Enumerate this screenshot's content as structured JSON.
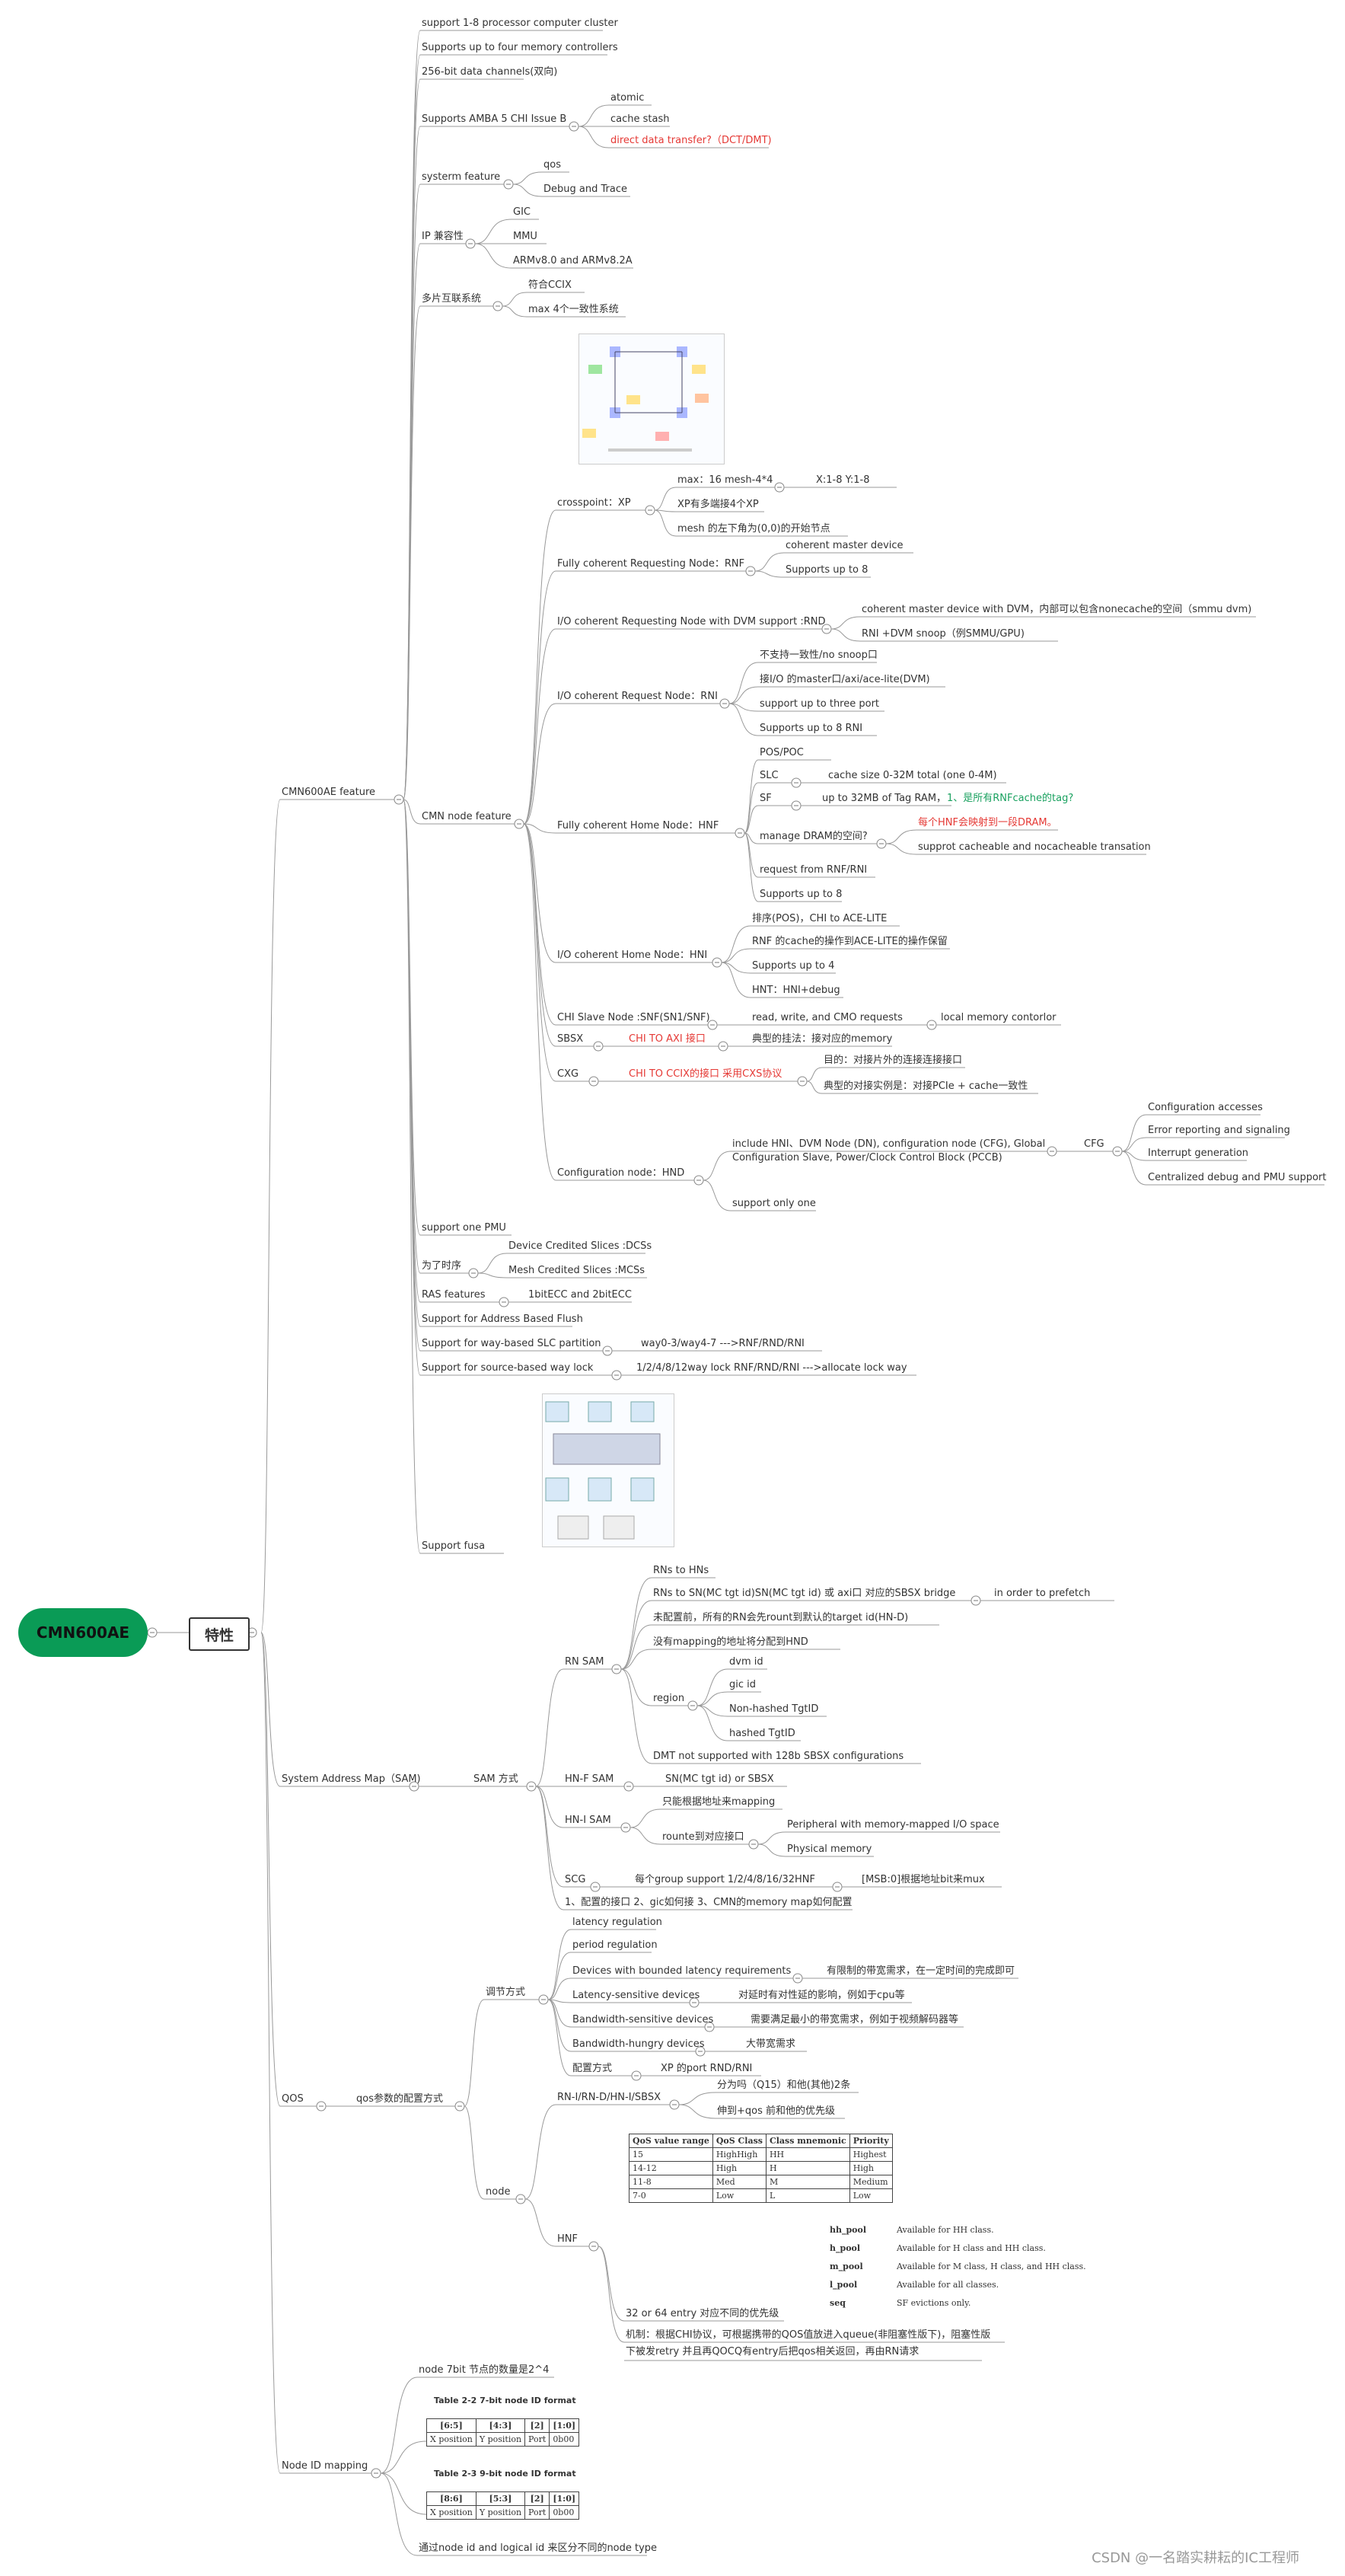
{
  "root": "CMN600AE",
  "sub": "特性",
  "watermark": "CSDN @一名踏实耕耘的IC工程师",
  "feature": {
    "title": "CMN600AE feature",
    "items": [
      "support 1-8 processor computer cluster",
      "Supports up to four memory controllers",
      "256-bit data channels(双向)",
      "Supports AMBA 5 CHI Issue B",
      "systerm feature",
      "IP 兼容性",
      "多片互联系统"
    ],
    "amba": [
      "atomic",
      "cache stash",
      "direct data transfer?（DCT/DMT)"
    ],
    "sys": [
      "qos",
      "Debug and Trace"
    ],
    "ip": [
      "GIC",
      "MMU",
      "ARMv8.0 and ARMv8.2A"
    ],
    "multi": [
      "符合CCIX",
      "max 4个一致性系统"
    ],
    "node": {
      "title": "CMN node feature",
      "xp": {
        "label": "crosspoint：XP",
        "c": [
          "max：16  mesh-4*4",
          "XP有多端接4个XP",
          "mesh 的左下角为(0,0)的开始节点"
        ],
        "xy": "X:1-8 Y:1-8"
      },
      "rnf": {
        "label": "Fully coherent Requesting Node：RNF",
        "c": [
          "coherent master device",
          "Supports up to 8"
        ]
      },
      "rnd": {
        "label": "I/O coherent Requesting Node with DVM support :RND",
        "c": [
          "coherent master device with DVM，内部可以包含nonecache的空间（smmu dvm)",
          "RNI +DVM snoop（例SMMU/GPU)"
        ]
      },
      "rni": {
        "label": "I/O coherent Request Node：RNI",
        "c": [
          "不支持一致性/no snoop口",
          "接I/O 的master口/axi/ace-lite(DVM)",
          "support up to three port",
          "Supports up to 8 RNI"
        ]
      },
      "hnf": {
        "label": "Fully coherent Home Node：HNF",
        "c": [
          "POS/POC",
          "SLC",
          "SF",
          "manage DRAM的空间?",
          "request from RNF/RNI",
          "Supports up to 8"
        ],
        "slc": "cache size 0-32M total (one 0-4M)",
        "sf": "up to 32MB of Tag RAM，",
        "sf2": "1、是所有RNFcache的tag?",
        "dram1": "每个HNF会映射到一段DRAM。",
        "dram2": "supprot cacheable and nocacheable transation"
      },
      "hni": {
        "label": "I/O coherent Home Node：HNI",
        "c": [
          "排序(POS)，CHI to ACE-LITE",
          "RNF 的cache的操作到ACE-LITE的操作保留",
          "Supports up to 4",
          "HNT：HNI+debug"
        ]
      },
      "sn": {
        "label": "CHI Slave Node :SNF(SN1/SNF)",
        "c": "read, write, and CMO requests",
        "c2": "local memory contorlor"
      },
      "sbsx": {
        "label": "SBSX",
        "c": "CHI TO AXI 接口",
        "c2": "典型的挂法：接对应的memory"
      },
      "cxg": {
        "label": "CXG",
        "c": "CHI TO CCIX的接口 采用CXS协议",
        "c2": [
          "目的：对接片外的连接连接接口",
          "典型的对接实例是：对接PCIe + cache一致性"
        ]
      },
      "hnd": {
        "label": "Configuration node：HND",
        "c1": "include  HNI、DVM Node (DN), configuration node (CFG), Global",
        "c1b": "Configuration Slave,  Power/Clock Control Block (PCCB)",
        "c2": "support only one",
        "cfg": "CFG",
        "cfgc": [
          "Configuration accesses",
          "Error reporting and signaling",
          "Interrupt generation",
          "Centralized debug and PMU support"
        ]
      }
    },
    "tail": [
      "support one PMU",
      "为了时序",
      "RAS features",
      "Support for Address Based Flush",
      "Support for way-based SLC partition",
      "Support for source-based way lock",
      "Support fusa"
    ],
    "timing": [
      "Device Credited Slices :DCSs",
      "Mesh Credited Slices :MCSs"
    ],
    "ras": "1bitECC and 2bitECC",
    "way": "way0-3/way4-7  --->RNF/RND/RNI",
    "lock": "1/2/4/8/12way lock  RNF/RND/RNI --->allocate lock way"
  },
  "sam": {
    "title": "System Address Map（SAM)",
    "mode": "SAM 方式",
    "rn": "RN SAM",
    "rnc": [
      "RNs to HNs",
      "RNs to SN(MC tgt id)SN(MC tgt id) 或 axi口 对应的SBSX bridge",
      "未配置前，所有的RN会先rount到默认的target id(HN-D)",
      "没有mapping的地址将分配到HND",
      "region",
      "DMT not supported with 128b SBSX configurations"
    ],
    "prefetch": "in order to prefetch",
    "region": [
      "dvm id",
      "gic id",
      "Non-hashed TgtID",
      "hashed TgtID"
    ],
    "hnf": "HN-F SAM",
    "hnfc": "SN(MC tgt id) or SBSX",
    "hni": "HN-I SAM",
    "hnic": [
      "只能根据地址来mapping",
      "rounte到对应接口"
    ],
    "hnicc": [
      "Peripheral with memory-mapped I/O space",
      "Physical memory"
    ],
    "scg": "SCG",
    "scgc": "每个group support 1/2/4/8/16/32HNF",
    "scgcc": "[MSB:0]根据地址bit来mux",
    "note": "1、配置的接口 2、gic如何接 3、CMN的memory map如何配置"
  },
  "qos": {
    "title": "QOS",
    "cfg": "qos参数的配置方式",
    "reg": "调节方式",
    "regc": [
      "latency regulation",
      "period regulation",
      "Devices with bounded latency requirements",
      "Latency-sensitive devices",
      "Bandwidth-sensitive devices",
      "Bandwidth-hungry devices",
      "配置方式"
    ],
    "regcc": [
      "有限制的带宽需求，在一定时间的完成即可",
      "对延时有对性延的影响，例如于cpu等",
      "需要满足最小的带宽需求，例如于视频解码器等",
      "大带宽需求",
      "XP 的port RND/RNI"
    ],
    "node": "node",
    "rn": "RN-I/RN-D/HN-I/SBSX",
    "rnc": [
      "分为吗（Q15）和他(其他)2条",
      "伸到+qos 前和他的优先级"
    ],
    "table": {
      "head": [
        "QoS value range",
        "QoS Class",
        "Class mnemonic",
        "Priority"
      ],
      "rows": [
        [
          "15",
          "HighHigh",
          "HH",
          "Highest"
        ],
        [
          "14-12",
          "High",
          "H",
          "High"
        ],
        [
          "11-8",
          "Med",
          "M",
          "Medium"
        ],
        [
          "7-0",
          "Low",
          "L",
          "Low"
        ]
      ]
    },
    "hnf": "HNF",
    "hnfc": [
      "32 or 64 entry 对应不同的优先级",
      "机制：根据CHI协议，可根据携带的QOS值放进入queue(非阻塞性版下)，阻塞性版",
      "下被发retry 并且再QOCQ有entry后把qos相关返回，再由RN请求"
    ],
    "pools": [
      [
        "hh_pool",
        "Available for HH class."
      ],
      [
        "h_pool",
        "Available for H class and HH class."
      ],
      [
        "m_pool",
        "Available for M class, H class, and HH class."
      ],
      [
        "l_pool",
        "Available for all classes."
      ],
      [
        "seq",
        "SF evictions only."
      ]
    ]
  },
  "nodeid": {
    "title": "Node ID mapping",
    "c1": "node 7bit 节点的数量是2^4",
    "t1": "Table 2-2  7-bit node ID format",
    "t1h": [
      "[6:5]",
      "[4:3]",
      "[2]",
      "[1:0]"
    ],
    "t1r": [
      "X position",
      "Y position",
      "Port",
      "0b00"
    ],
    "t2": "Table 2-3  9-bit node ID format",
    "t2h": [
      "[8:6]",
      "[5:3]",
      "[2]",
      "[1:0]"
    ],
    "t2r": [
      "X position",
      "Y position",
      "Port",
      "0b00"
    ],
    "c2": "通过node id and logical id 来区分不同的node type"
  }
}
